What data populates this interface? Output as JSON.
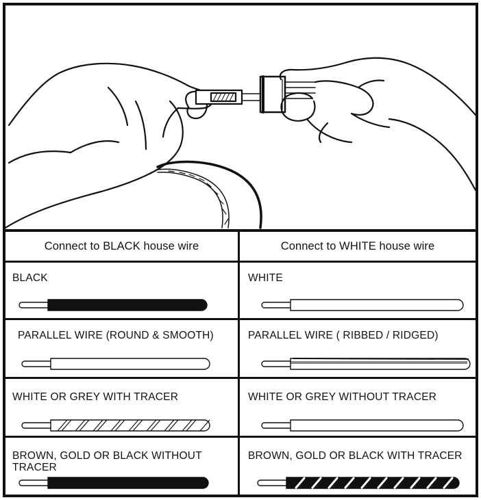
{
  "headers": {
    "left": "Connect to BLACK house wire",
    "right": "Connect to WHITE house wire"
  },
  "rows": [
    {
      "left": {
        "label": "BLACK",
        "wire": "black-solid"
      },
      "right": {
        "label": "WHITE",
        "wire": "white-plain"
      }
    },
    {
      "left": {
        "label": "PARALLEL WIRE (ROUND & SMOOTH)",
        "wire": "white-plain"
      },
      "right": {
        "label": "PARALLEL WIRE ( RIBBED  /  RIDGED)",
        "wire": "white-ribbed"
      }
    },
    {
      "left": {
        "label": "WHITE OR GREY WITH TRACER",
        "wire": "white-tracer"
      },
      "right": {
        "label": "WHITE OR GREY WITHOUT TRACER",
        "wire": "white-plain"
      }
    },
    {
      "left": {
        "label": "BROWN, GOLD OR BLACK WITHOUT TRACER",
        "wire": "black-solid"
      },
      "right": {
        "label": "BROWN, GOLD OR BLACK WITH TRACER",
        "wire": "black-tracer"
      }
    }
  ],
  "colors": {
    "ink": "#111111",
    "paper": "#ffffff"
  }
}
